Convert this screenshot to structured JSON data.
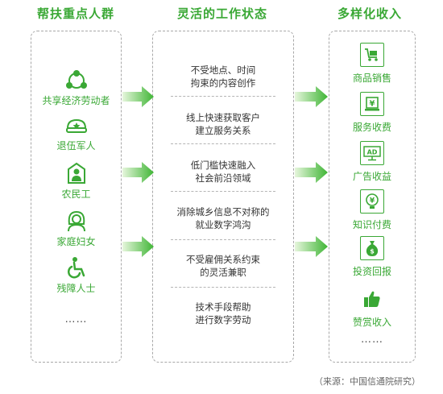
{
  "columns": {
    "left_title": "帮扶重点人群",
    "mid_title": "灵活的工作状态",
    "right_title": "多样化收入"
  },
  "left_items": [
    {
      "label": "共享经济劳动者",
      "icon": "people-network-icon"
    },
    {
      "label": "退伍军人",
      "icon": "military-cap-icon"
    },
    {
      "label": "农民工",
      "icon": "worker-icon"
    },
    {
      "label": "家庭妇女",
      "icon": "woman-icon"
    },
    {
      "label": "残障人士",
      "icon": "wheelchair-icon"
    },
    {
      "label": "……"
    }
  ],
  "mid_items": [
    {
      "line1": "不受地点、时间",
      "line2": "拘束的内容创作"
    },
    {
      "line1": "线上快速获取客户",
      "line2": "建立服务关系"
    },
    {
      "line1": "低门槛快速融入",
      "line2": "社会前沿领域"
    },
    {
      "line1": "消除城乡信息不对称的",
      "line2": "就业数字鸿沟"
    },
    {
      "line1": "不受雇佣关系约束",
      "line2": "的灵活兼职"
    },
    {
      "line1": "技术手段帮助",
      "line2": "进行数字劳动"
    }
  ],
  "right_items": [
    {
      "label": "商品销售",
      "icon": "cart-icon"
    },
    {
      "label": "服务收费",
      "icon": "yen-card-icon"
    },
    {
      "label": "广告收益",
      "icon": "ad-icon",
      "icon_text": "AD"
    },
    {
      "label": "知识付费",
      "icon": "yen-bulb-icon"
    },
    {
      "label": "投资回报",
      "icon": "money-bag-icon"
    },
    {
      "label": "赞赏收入",
      "icon": "thumbs-up-icon"
    },
    {
      "label": "……"
    }
  ],
  "source": "（来源：中国信通院研究）",
  "colors": {
    "accent": "#3aa835",
    "arrow_light": "#d8f0c8",
    "arrow_dark": "#46b838"
  }
}
